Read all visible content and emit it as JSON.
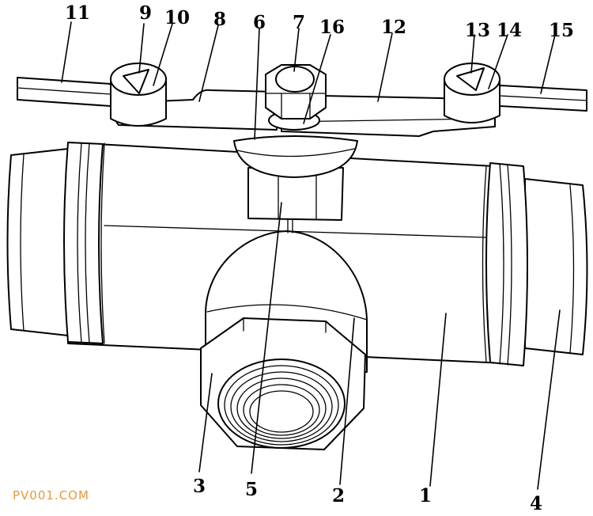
{
  "labels": {
    "l1": "1",
    "l2": "2",
    "l3": "3",
    "l4": "4",
    "l5": "5",
    "l6": "6",
    "l7": "7",
    "l8": "8",
    "l9": "9",
    "l10": "10",
    "l11": "11",
    "l12": "12",
    "l13": "13",
    "l14": "14",
    "l15": "15",
    "l16": "16"
  },
  "watermark": "PV001.COM",
  "colors": {
    "line": "#000000",
    "background": "#ffffff",
    "watermark": "#e8973e"
  }
}
